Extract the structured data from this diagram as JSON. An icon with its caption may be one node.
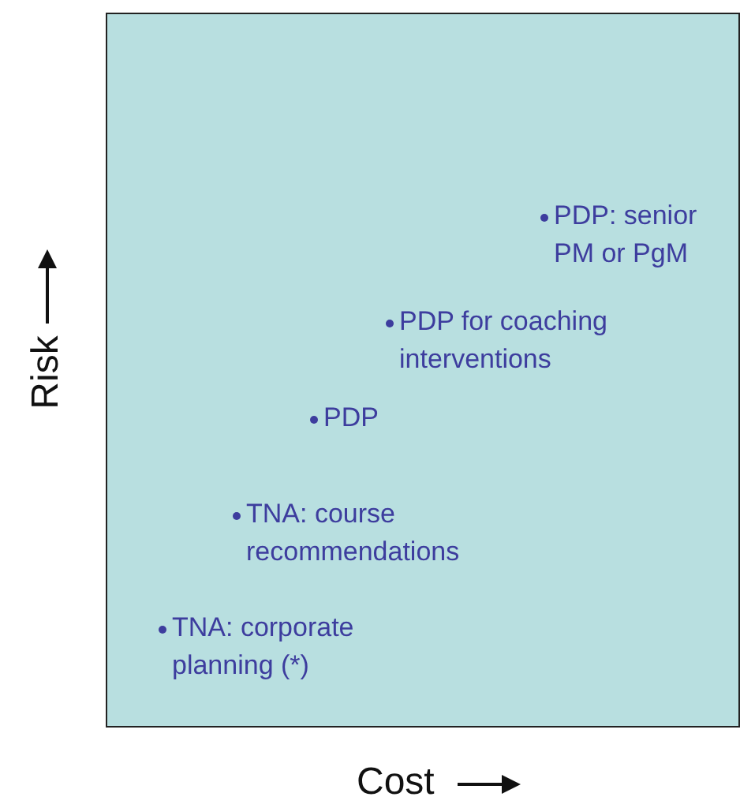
{
  "diagram": {
    "labels": [
      "PDP: senior PM or PgM",
      "PDP for coaching interventions",
      "PDP",
      "TNA: course recommendations",
      "TNA: corporate planning (*)",
      "Risk",
      "Cost"
    ]
  }
}
